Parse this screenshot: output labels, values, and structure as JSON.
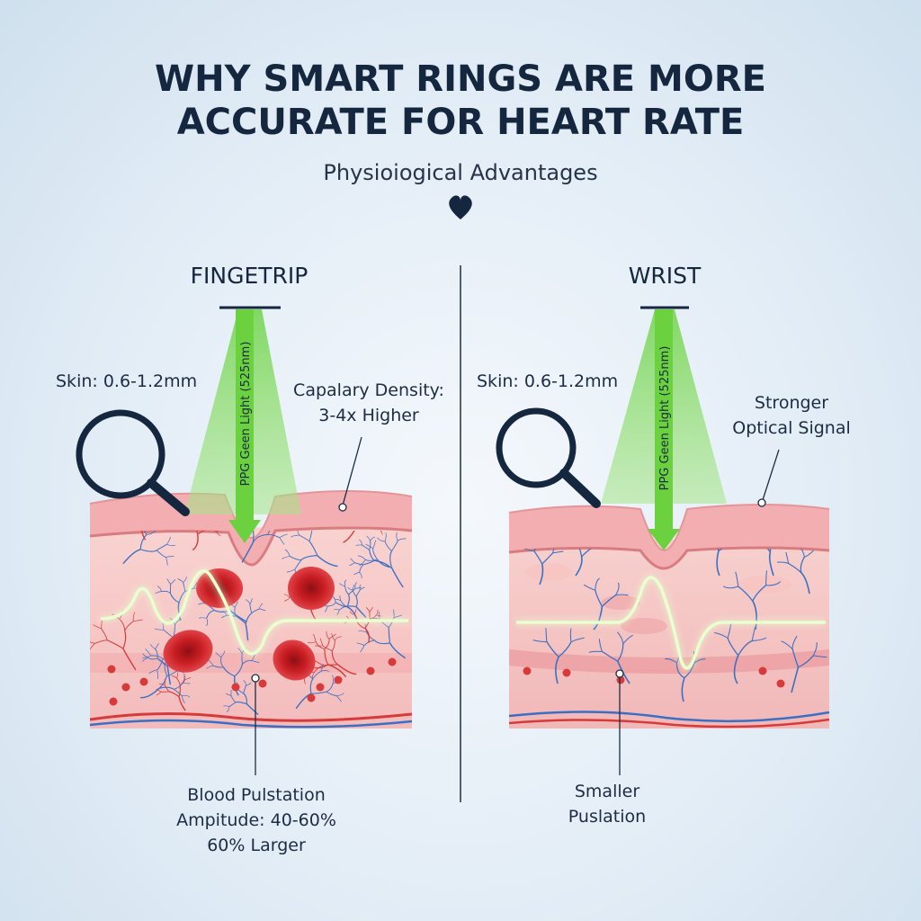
{
  "header": {
    "title_line1": "WHY SMART RINGS ARE MORE",
    "title_line2": "ACCURATE FOR HEART RATE",
    "subtitle": "Physioiogical Advantages",
    "heart_icon": "heart-icon"
  },
  "left_panel": {
    "title": "FINGETRIP",
    "beam_label": "PPG Geen Light (525nm)",
    "skin_label": "Skin: 0.6-1.2mm",
    "density_label_line1": "Capalary Density:",
    "density_label_line2": "3-4x Higher",
    "pulsation_line1": "Blood Pulstation",
    "pulsation_line2": "Ampitude: 40-60%",
    "pulsation_line3": "60% Larger"
  },
  "right_panel": {
    "title": "WRIST",
    "beam_label": "PPG Geen Light (525nm)",
    "skin_label": "Skin: 0.6-1.2mm",
    "signal_label_line1": "Stronger",
    "signal_label_line2": "Optical Signal",
    "pulsation_line1": "Smaller",
    "pulsation_line2": "Puslation"
  },
  "colors": {
    "title": "#15263f",
    "beam": "#7ed957",
    "skin": "#f2aeb0",
    "tissue": "#f6c6c6",
    "vessel_blue": "#3b6fc4",
    "vessel_red": "#d63a3a",
    "rbc": "#c81e23",
    "wave": "#d8ffb0"
  }
}
